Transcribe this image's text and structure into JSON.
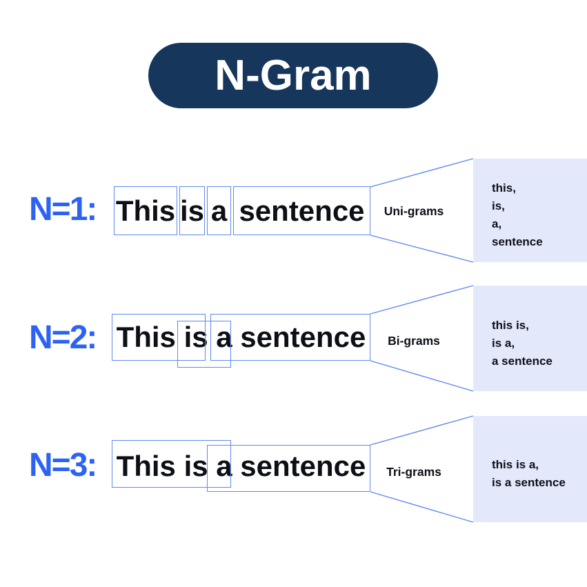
{
  "title": "N-Gram",
  "colors": {
    "background": "#ffffff",
    "title_bg": "#17365c",
    "title_text": "#ffffff",
    "accent_blue": "#2c63f3",
    "line_blue": "#5d87f0",
    "panel_bg": "#e3e8fb",
    "text_dark": "#0d0f17"
  },
  "rows": [
    {
      "label": "N=1:",
      "gram_label": "Uni-grams",
      "sentence": "This is a sentence",
      "words": [
        "This",
        "is",
        "a",
        "sentence"
      ],
      "output": [
        "this,",
        "is,",
        "a,",
        "sentence"
      ]
    },
    {
      "label": "N=2:",
      "gram_label": "Bi-grams",
      "sentence": "This is a sentence",
      "output": [
        "this is,",
        "is a,",
        "a sentence"
      ]
    },
    {
      "label": "N=3:",
      "gram_label": "Tri-grams",
      "sentence": "This is a sentence",
      "output": [
        "this is a,",
        "is a sentence"
      ]
    }
  ]
}
